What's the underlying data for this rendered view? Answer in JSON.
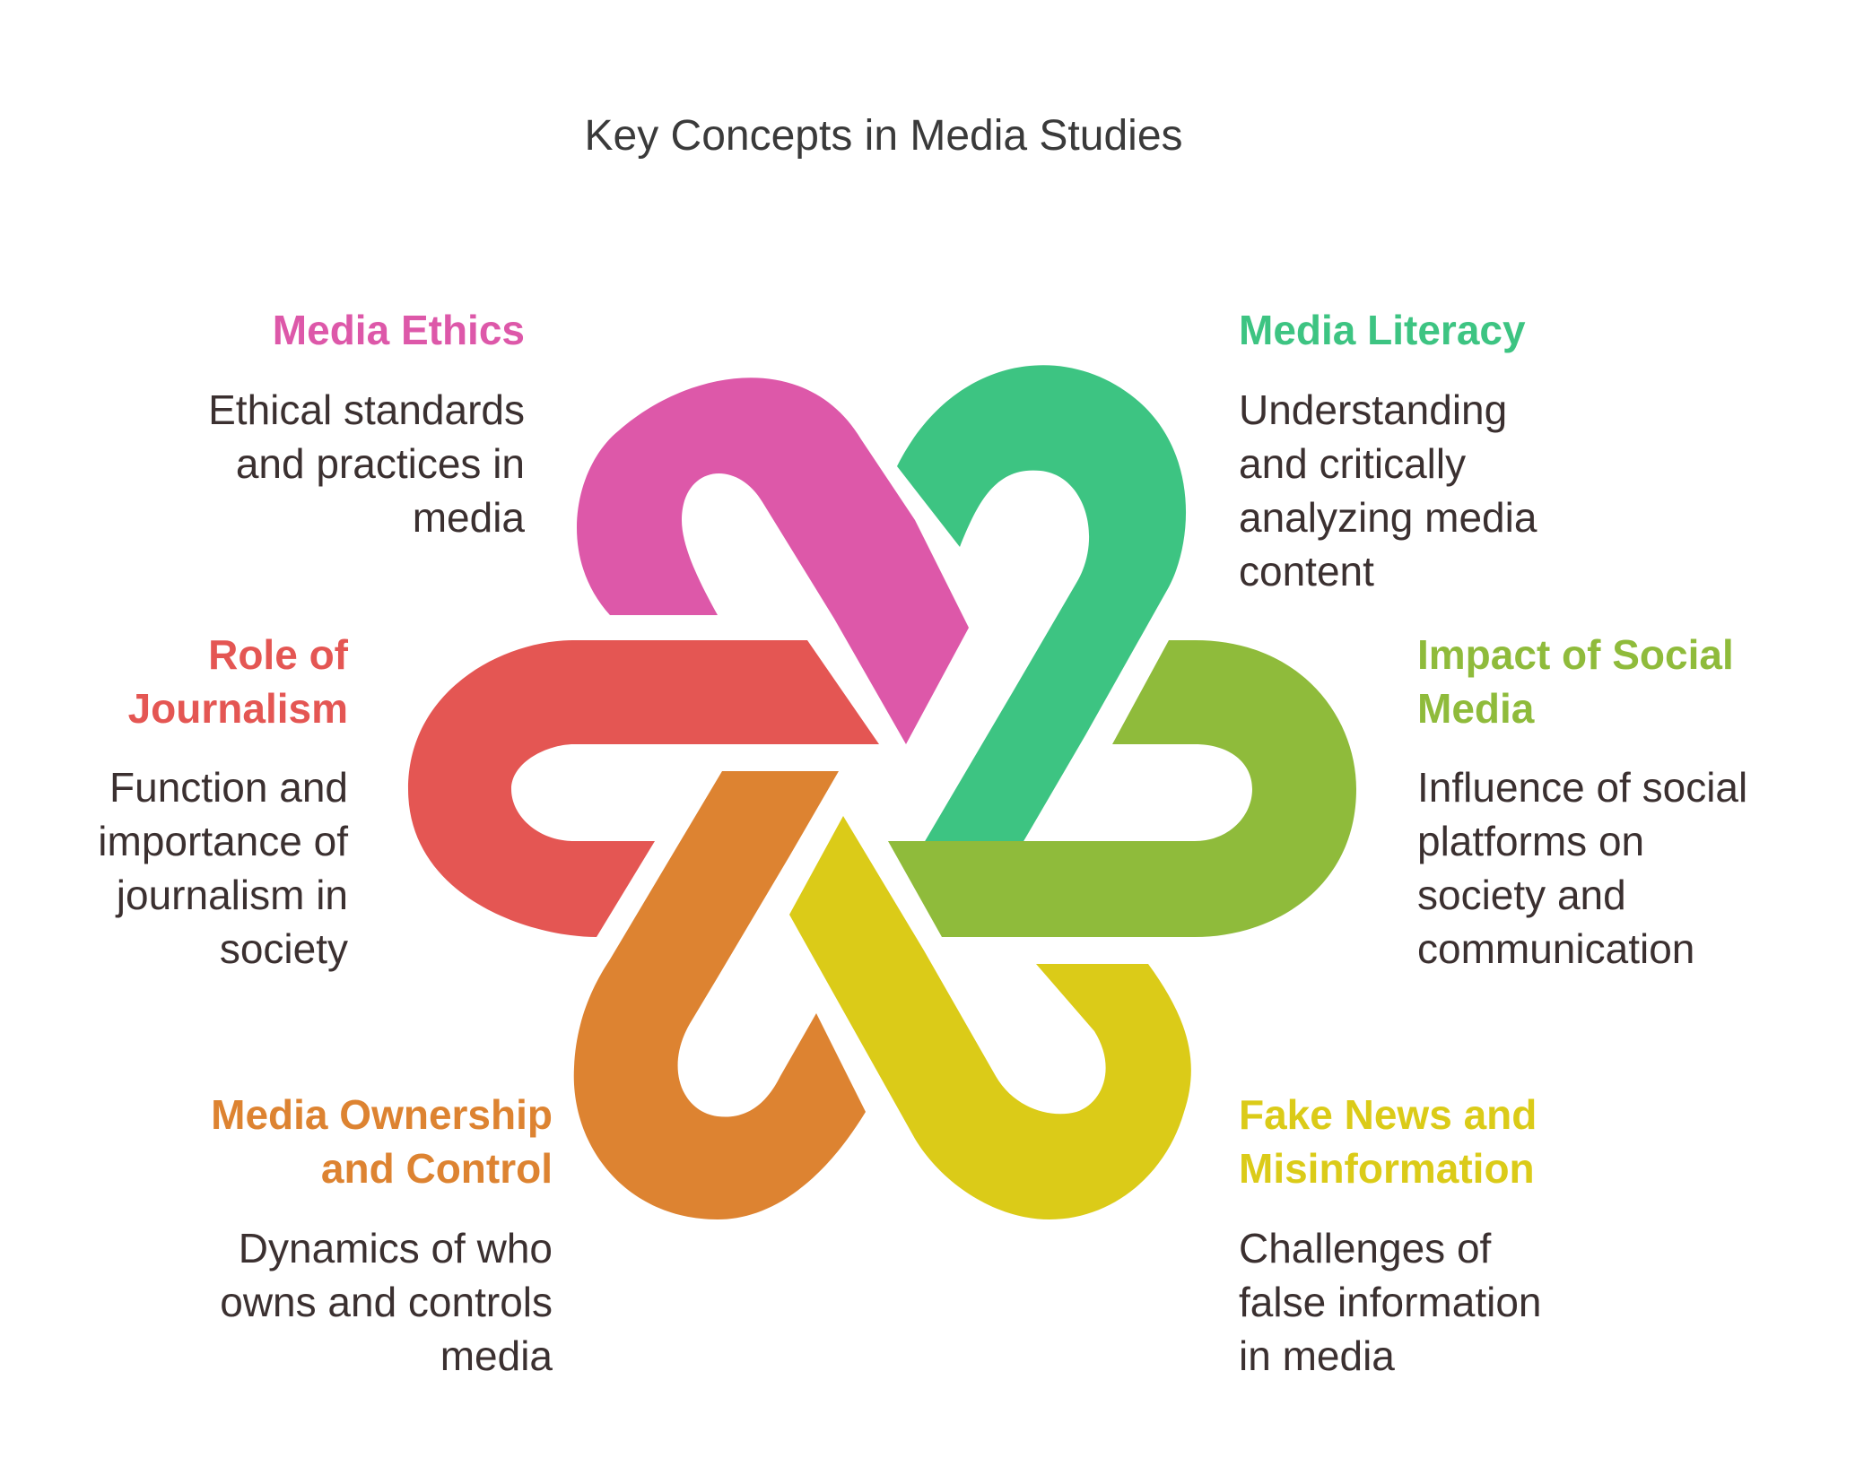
{
  "title": "Key Concepts in Media Studies",
  "concepts": [
    {
      "id": "ethics",
      "title": "Media Ethics",
      "color": "#dd58a9",
      "description": [
        "Ethical standards",
        "and practices in",
        "media"
      ]
    },
    {
      "id": "literacy",
      "title": "Media Literacy",
      "color": "#3dc482",
      "description": [
        "Understanding",
        "and critically",
        "analyzing media",
        "content"
      ]
    },
    {
      "id": "journalism",
      "title": [
        "Role of",
        "Journalism"
      ],
      "color": "#e45653",
      "description": [
        "Function and",
        "importance of",
        "journalism in",
        "society"
      ]
    },
    {
      "id": "social",
      "title": [
        "Impact of Social",
        "Media"
      ],
      "color": "#8fbb3b",
      "description": [
        "Influence of social",
        "platforms on",
        "society and",
        "communication"
      ]
    },
    {
      "id": "ownership",
      "title": [
        "Media Ownership",
        "and Control"
      ],
      "color": "#dd8331",
      "description": [
        "Dynamics of who",
        "owns and controls",
        "media"
      ]
    },
    {
      "id": "fakenews",
      "title": [
        "Fake News and",
        "Misinformation"
      ],
      "color": "#dbcb18",
      "description": [
        "Challenges of",
        "false information",
        "in media"
      ]
    }
  ]
}
